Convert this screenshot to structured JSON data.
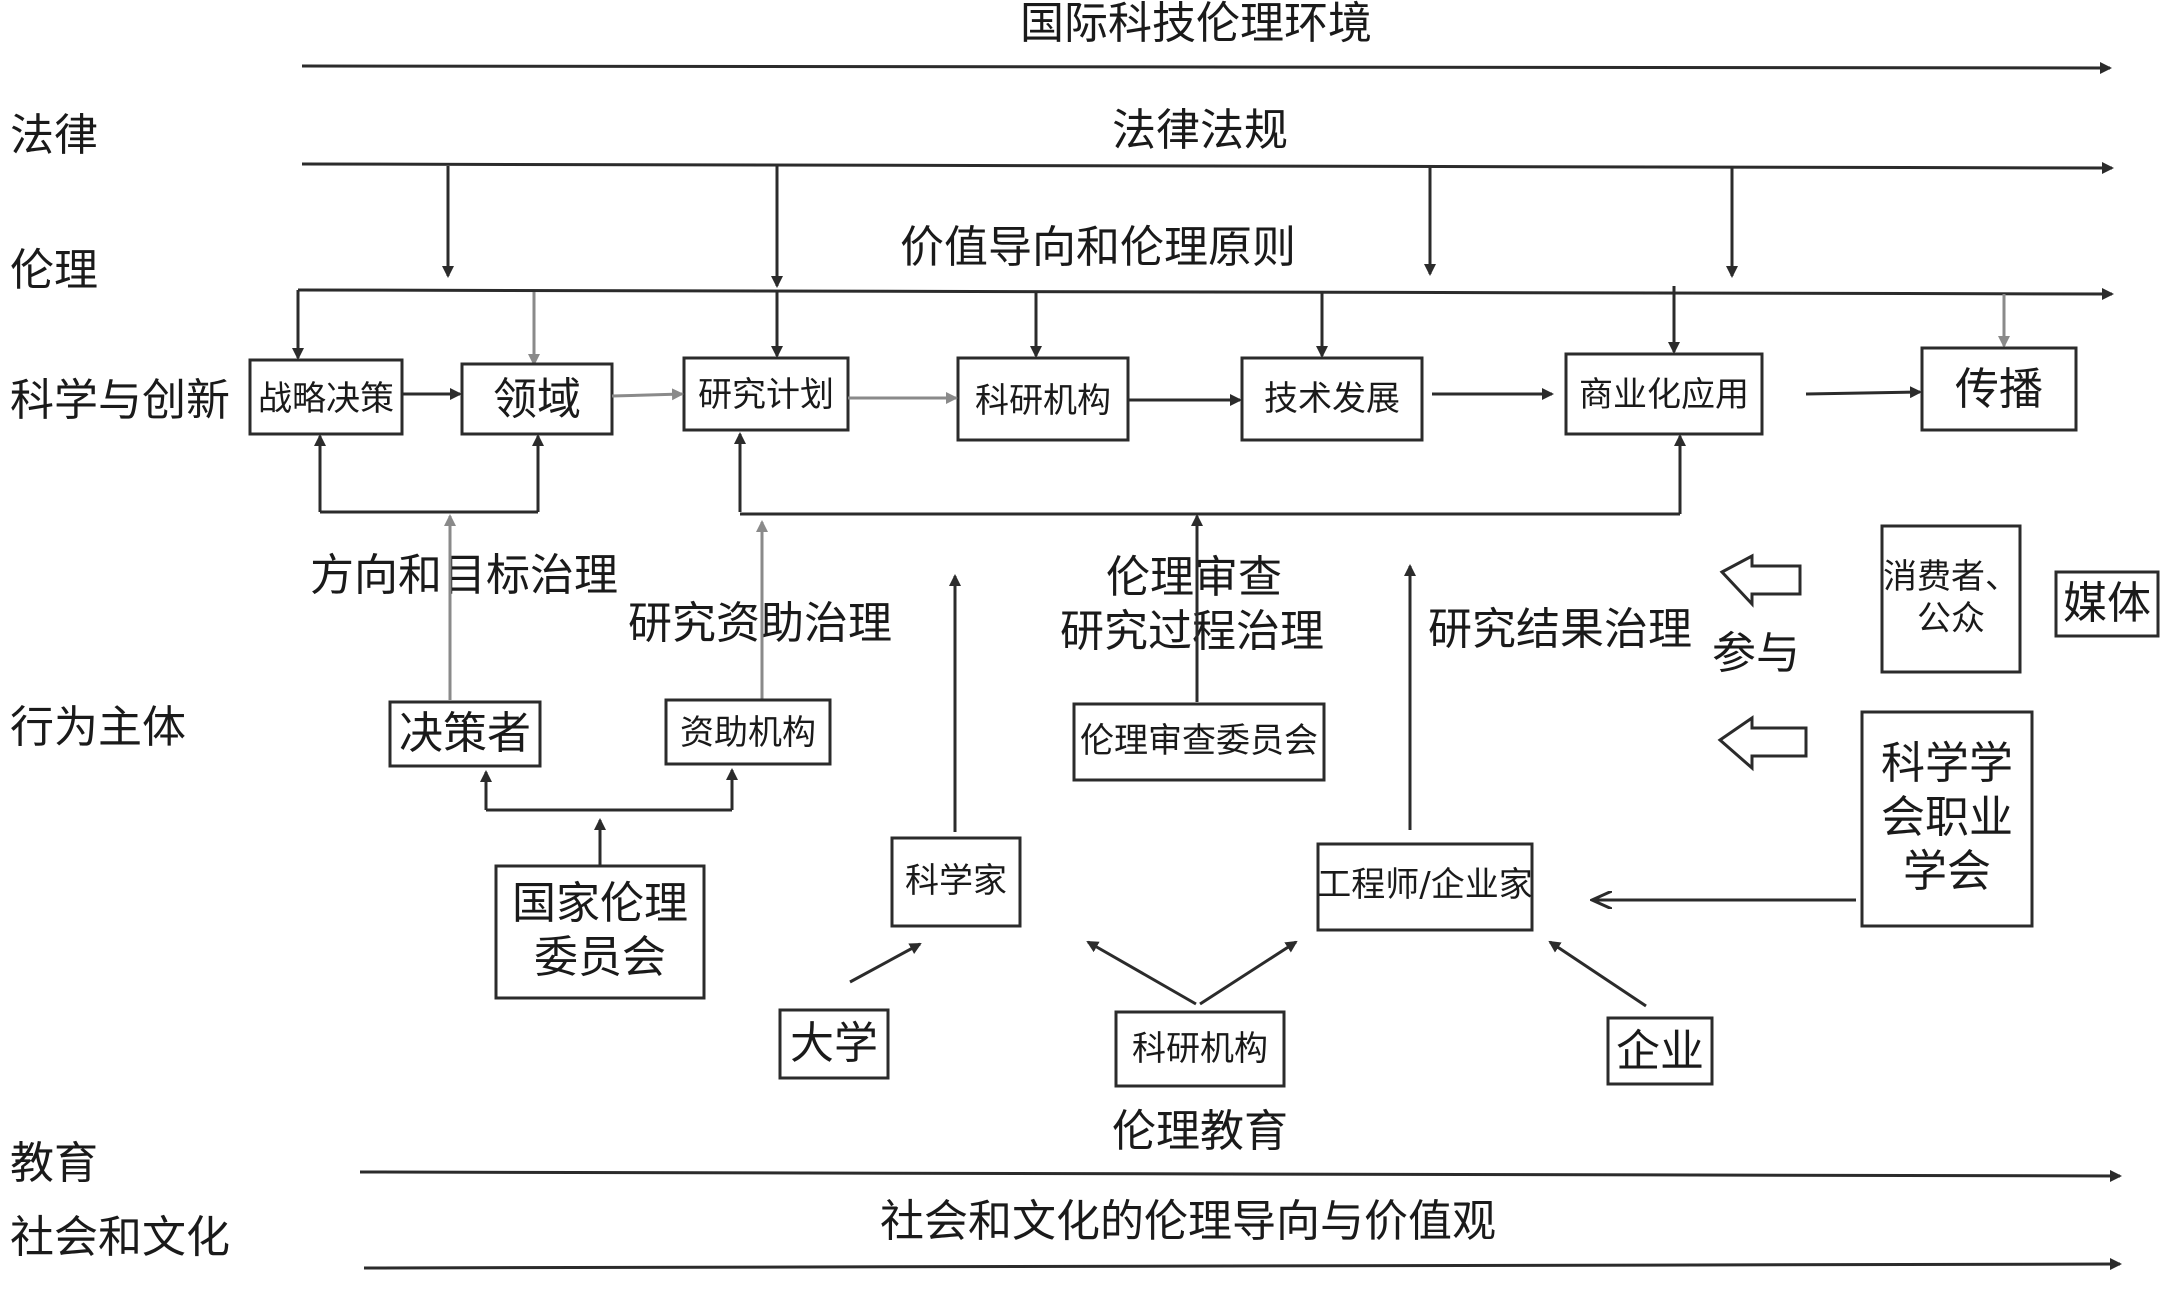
{
  "rows": {
    "law": "法律",
    "ethics": "伦理",
    "science": "科学与创新",
    "actors": "行为主体",
    "education": "教育",
    "society": "社会和文化"
  },
  "bands": {
    "intl": "国际科技伦理环境",
    "law": "法律法规",
    "values": "价值导向和伦理原则",
    "edu": "伦理教育",
    "culture": "社会和文化的伦理导向与价值观"
  },
  "process": {
    "strategy": "战略决策",
    "field": "领域",
    "plan": "研究计划",
    "institute": "科研机构",
    "tech": "技术发展",
    "commerce": "商业化应用",
    "spread": "传播"
  },
  "governance": {
    "direction": "方向和目标治理",
    "funding": "研究资助治理",
    "review_l1": "伦理审查",
    "review_l2": "研究过程治理",
    "result": "研究结果治理",
    "participate": "参与"
  },
  "actors": {
    "decision_maker": "决策者",
    "funder": "资助机构",
    "review_board": "伦理审查委员会",
    "national_l1": "国家伦理",
    "national_l2": "委员会",
    "scientist": "科学家",
    "engineer": "工程师/企业家",
    "university": "大学",
    "institute": "科研机构",
    "enterprise": "企业",
    "consumer_l1": "消费者、",
    "consumer_l2": "公众",
    "media": "媒体",
    "society_l1": "科学学",
    "society_l2": "会职业",
    "society_l3": "学会"
  },
  "colors": {
    "line": "#2b2b2b",
    "gray_line": "#8a8a8a"
  }
}
